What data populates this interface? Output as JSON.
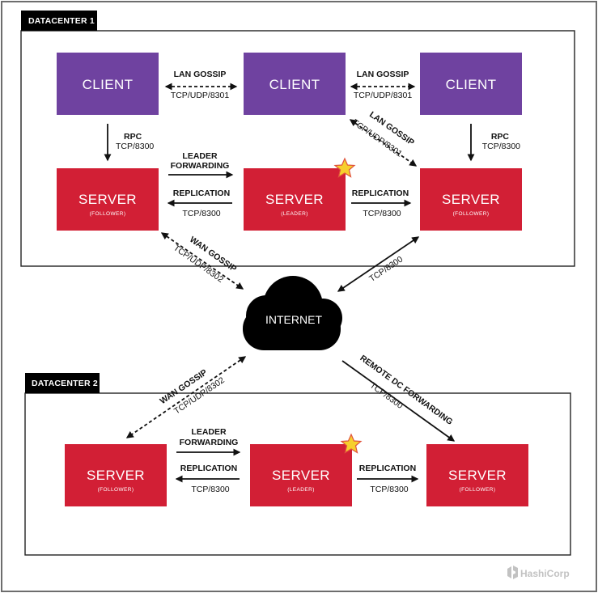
{
  "datacenters": {
    "dc1_label": "DATACENTER 1",
    "dc2_label": "DATACENTER 2"
  },
  "nodes": {
    "client_label": "CLIENT",
    "server_label": "SERVER",
    "follower_label": "(FOLLOWER)",
    "leader_label": "(LEADER)"
  },
  "labels": {
    "lan_gossip": "LAN GOSSIP",
    "tcp_udp_8301": "TCP/UDP/8301",
    "rpc": "RPC",
    "tcp_8300": "TCP/8300",
    "leader": "LEADER",
    "forwarding": "FORWARDING",
    "replication": "REPLICATION",
    "wan_gossip": "WAN GOSSIP",
    "tcp_udp_8302": "TCP/UDP/8302",
    "remote_dc_forwarding": "REMOTE DC FORWARDING"
  },
  "internet_label": "INTERNET",
  "brand": "HashiCorp",
  "colors": {
    "client": "#6f42a0",
    "server": "#d21f35",
    "star": "#f6cf2d"
  }
}
